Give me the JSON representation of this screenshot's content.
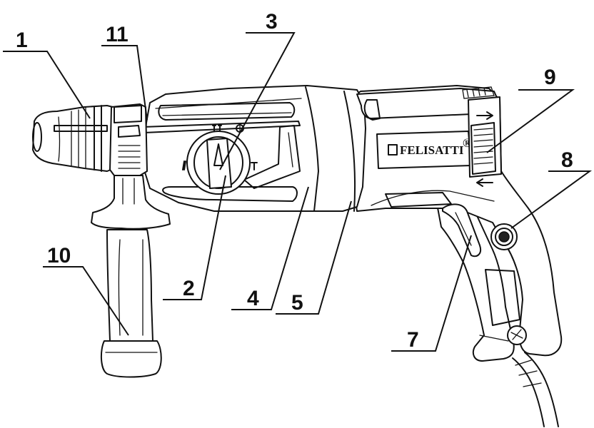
{
  "brand": {
    "name": "FELISATTI",
    "trademark": "®"
  },
  "callouts": [
    {
      "id": "1",
      "label": "1"
    },
    {
      "id": "2",
      "label": "2"
    },
    {
      "id": "3",
      "label": "3"
    },
    {
      "id": "4",
      "label": "4"
    },
    {
      "id": "5",
      "label": "5"
    },
    {
      "id": "7",
      "label": "7"
    },
    {
      "id": "8",
      "label": "8"
    },
    {
      "id": "9",
      "label": "9"
    },
    {
      "id": "10",
      "label": "10"
    },
    {
      "id": "11",
      "label": "11"
    }
  ],
  "colors": {
    "line": "#111111",
    "background": "#ffffff"
  },
  "icons": [
    "mode-selector-icon",
    "drill-mode-icon",
    "hammer-mode-icon",
    "chisel-mode-icon",
    "direction-arrow-icon",
    "logo-mark-icon"
  ]
}
